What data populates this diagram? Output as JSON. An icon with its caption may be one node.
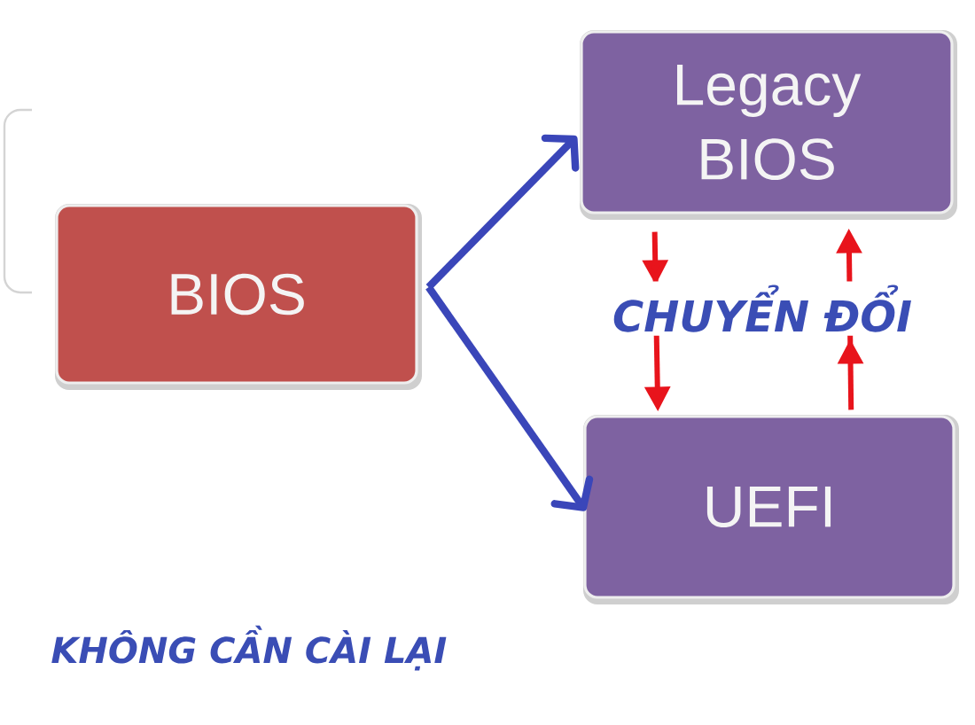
{
  "diagram": {
    "caption": "KHÔNG CẦN CÀI LẠI",
    "nodes": [
      {
        "text": [
          "BIOS"
        ]
      },
      {
        "text": [
          "Legacy BIOS"
        ]
      },
      {
        "text": [
          "UEFI"
        ]
      }
    ],
    "edges": [
      {
        "from": 0,
        "to": 1,
        "arrow": "to"
      },
      {
        "from": 0,
        "to": 2,
        "arrow": "to"
      },
      {
        "from": 1,
        "to": 2,
        "arrow": "to",
        "color": "#e8141c"
      },
      {
        "from": 2,
        "to": 1,
        "arrow": "to",
        "color": "#e8141c"
      }
    ],
    "labels": [
      "CHUYỂN ĐỔI"
    ]
  }
}
